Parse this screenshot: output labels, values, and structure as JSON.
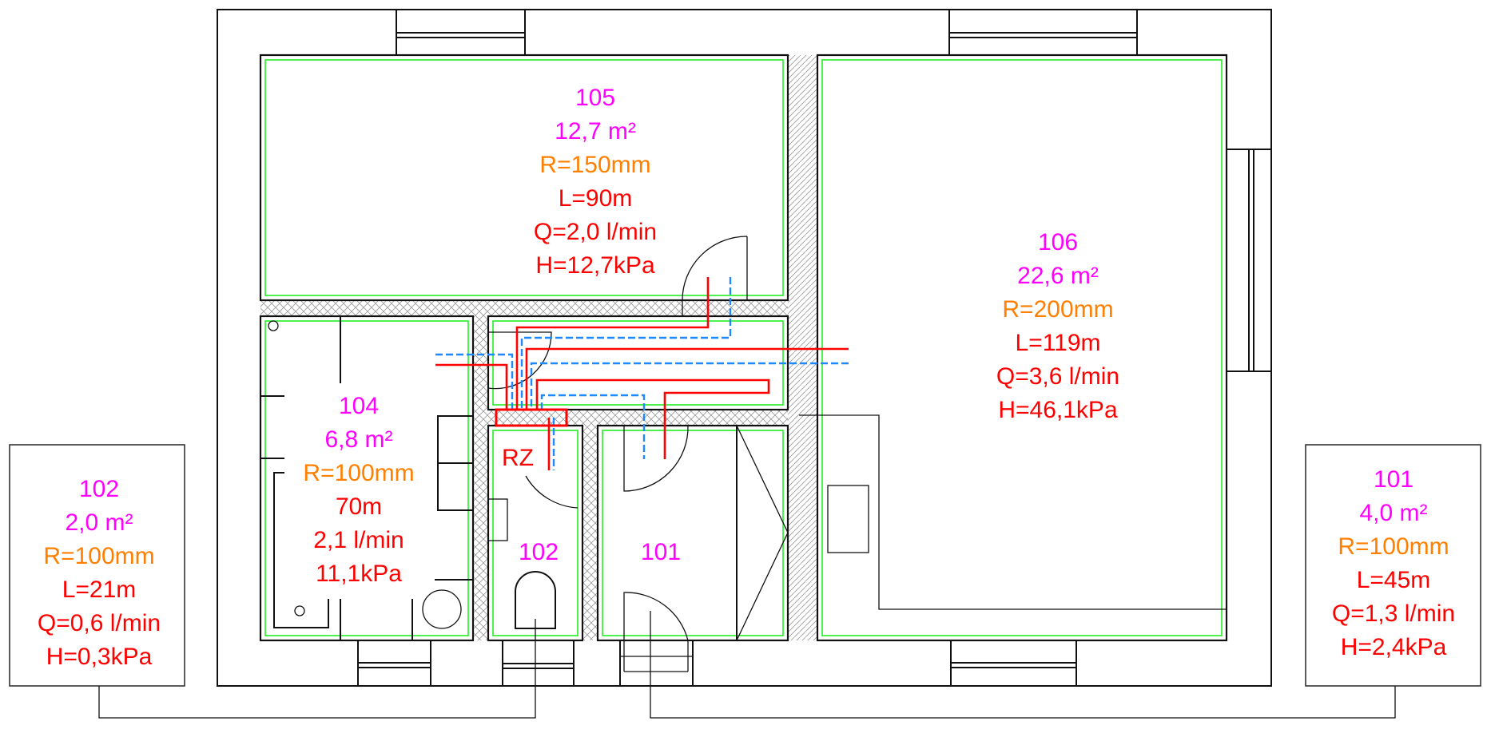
{
  "drawing": {
    "title": "Floor heating loop plan",
    "colors": {
      "room_number": "#ff00ff",
      "radius": "#ff7f00",
      "values": "#ff0000",
      "supply": "#ff0000",
      "return": "#1e88ff",
      "heated_area": "#22ee22"
    },
    "manifold_label": "RZ",
    "rooms": {
      "r105": {
        "number": "105",
        "area": "12,7 m²",
        "radius": "R=150mm",
        "length": "L=90m",
        "flow": "Q=2,0 l/min",
        "head": "H=12,7kPa"
      },
      "r106": {
        "number": "106",
        "area": "22,6 m²",
        "radius": "R=200mm",
        "length": "L=119m",
        "flow": "Q=3,6 l/min",
        "head": "H=46,1kPa"
      },
      "r104": {
        "number": "104",
        "area": "6,8 m²",
        "radius": "R=100mm",
        "length": "70m",
        "flow": "2,1 l/min",
        "head": "11,1kPa"
      },
      "r102": {
        "number": "102"
      },
      "r101": {
        "number": "101"
      }
    },
    "callouts": {
      "c102": {
        "number": "102",
        "area": "2,0 m²",
        "radius": "R=100mm",
        "length": "L=21m",
        "flow": "Q=0,6 l/min",
        "head": "H=0,3kPa"
      },
      "c101": {
        "number": "101",
        "area": "4,0 m²",
        "radius": "R=100mm",
        "length": "L=45m",
        "flow": "Q=1,3 l/min",
        "head": "H=2,4kPa"
      }
    }
  }
}
